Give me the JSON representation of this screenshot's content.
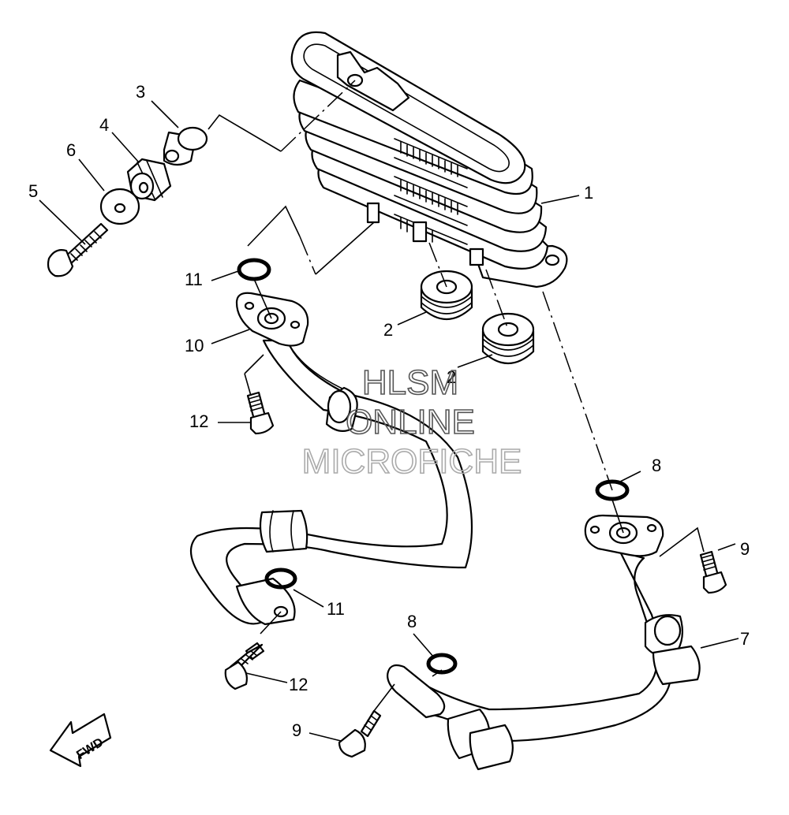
{
  "callouts": {
    "c1": "1",
    "c2a": "2",
    "c2b": "2",
    "c3": "3",
    "c4": "4",
    "c5": "5",
    "c6": "6",
    "c7": "7",
    "c8a": "8",
    "c8b": "8",
    "c9a": "9",
    "c9b": "9",
    "c10": "10",
    "c11a": "11",
    "c11b": "11",
    "c12a": "12",
    "c12b": "12"
  },
  "watermark": {
    "line1": "HLSM",
    "line2": "ONLINE",
    "line3": "MICROFICHE"
  },
  "fwd_arrow": {
    "label": "FWD"
  },
  "colors": {
    "line": "#000000",
    "background": "#ffffff",
    "watermark_dark": "#555555",
    "watermark_light": "#aaaaaa"
  }
}
